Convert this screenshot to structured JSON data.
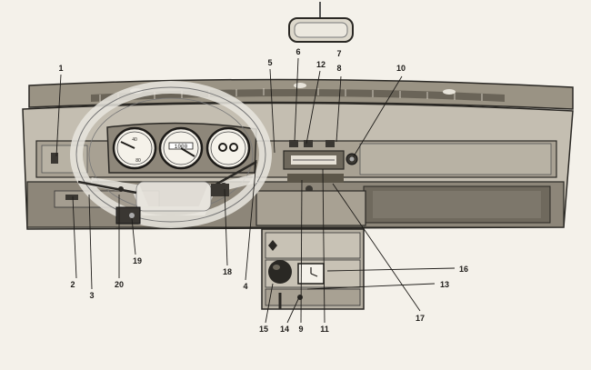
{
  "diagram": {
    "gauges": {
      "left": {
        "readout_top": "40",
        "readout_bottom": "80"
      },
      "center": {
        "readout": "1000"
      }
    },
    "callouts": [
      {
        "id": "c1",
        "label": "1"
      },
      {
        "id": "c2",
        "label": "2"
      },
      {
        "id": "c3",
        "label": "3"
      },
      {
        "id": "c4",
        "label": "4"
      },
      {
        "id": "c5",
        "label": "5"
      },
      {
        "id": "c6",
        "label": "6"
      },
      {
        "id": "c7",
        "label": "7"
      },
      {
        "id": "c8",
        "label": "8"
      },
      {
        "id": "c9",
        "label": "9"
      },
      {
        "id": "c10",
        "label": "10"
      },
      {
        "id": "c11",
        "label": "11"
      },
      {
        "id": "c12",
        "label": "12"
      },
      {
        "id": "c13",
        "label": "13"
      },
      {
        "id": "c14",
        "label": "14"
      },
      {
        "id": "c15",
        "label": "15"
      },
      {
        "id": "c16",
        "label": "16"
      },
      {
        "id": "c17",
        "label": "17"
      },
      {
        "id": "c18",
        "label": "18"
      },
      {
        "id": "c19",
        "label": "19"
      },
      {
        "id": "c20",
        "label": "20"
      }
    ]
  }
}
